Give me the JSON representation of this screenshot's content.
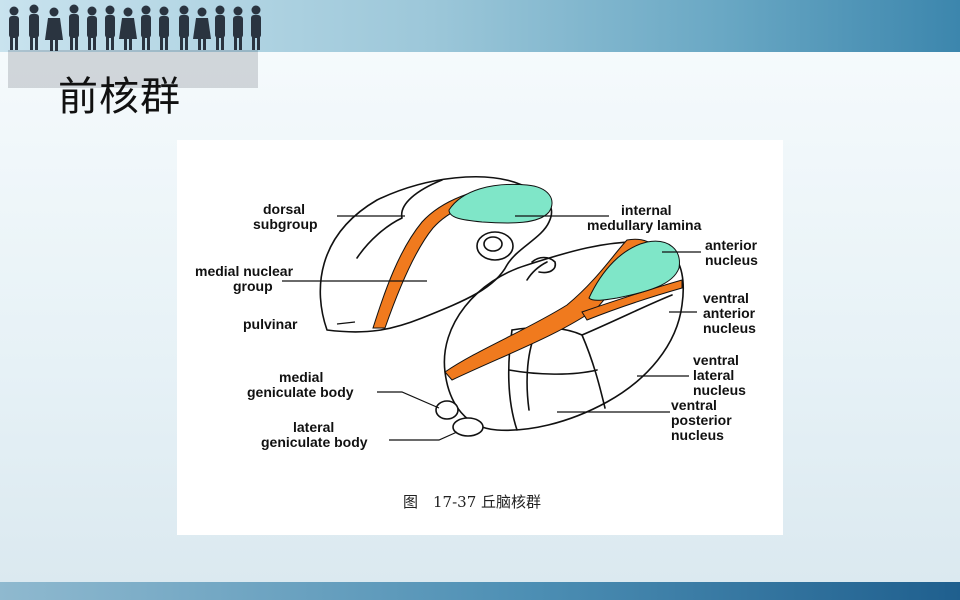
{
  "slide": {
    "title": "前核群"
  },
  "figure": {
    "caption": "图　17-37  丘脑核群",
    "labels": {
      "dorsal_subgroup": [
        "dorsal",
        "subgroup"
      ],
      "medial_nuclear_group": [
        "medial nuclear",
        "group"
      ],
      "pulvinar": [
        "pulvinar"
      ],
      "medial_geniculate_body": [
        "medial",
        "geniculate body"
      ],
      "lateral_geniculate_body": [
        "lateral",
        "geniculate body"
      ],
      "internal_medullary_lamina": [
        "internal",
        "medullary lamina"
      ],
      "anterior_nucleus": [
        "anterior",
        "nucleus"
      ],
      "ventral_anterior_nucleus": [
        "ventral",
        "anterior",
        "nucleus"
      ],
      "ventral_lateral_nucleus": [
        "ventral",
        "lateral",
        "nucleus"
      ],
      "ventral_posterior_nucleus": [
        "ventral",
        "posterior",
        "nucleus"
      ]
    },
    "colors": {
      "lamina": "#f07a1e",
      "anterior_nucleus": "#7fe6c8",
      "outline": "#111111"
    }
  }
}
